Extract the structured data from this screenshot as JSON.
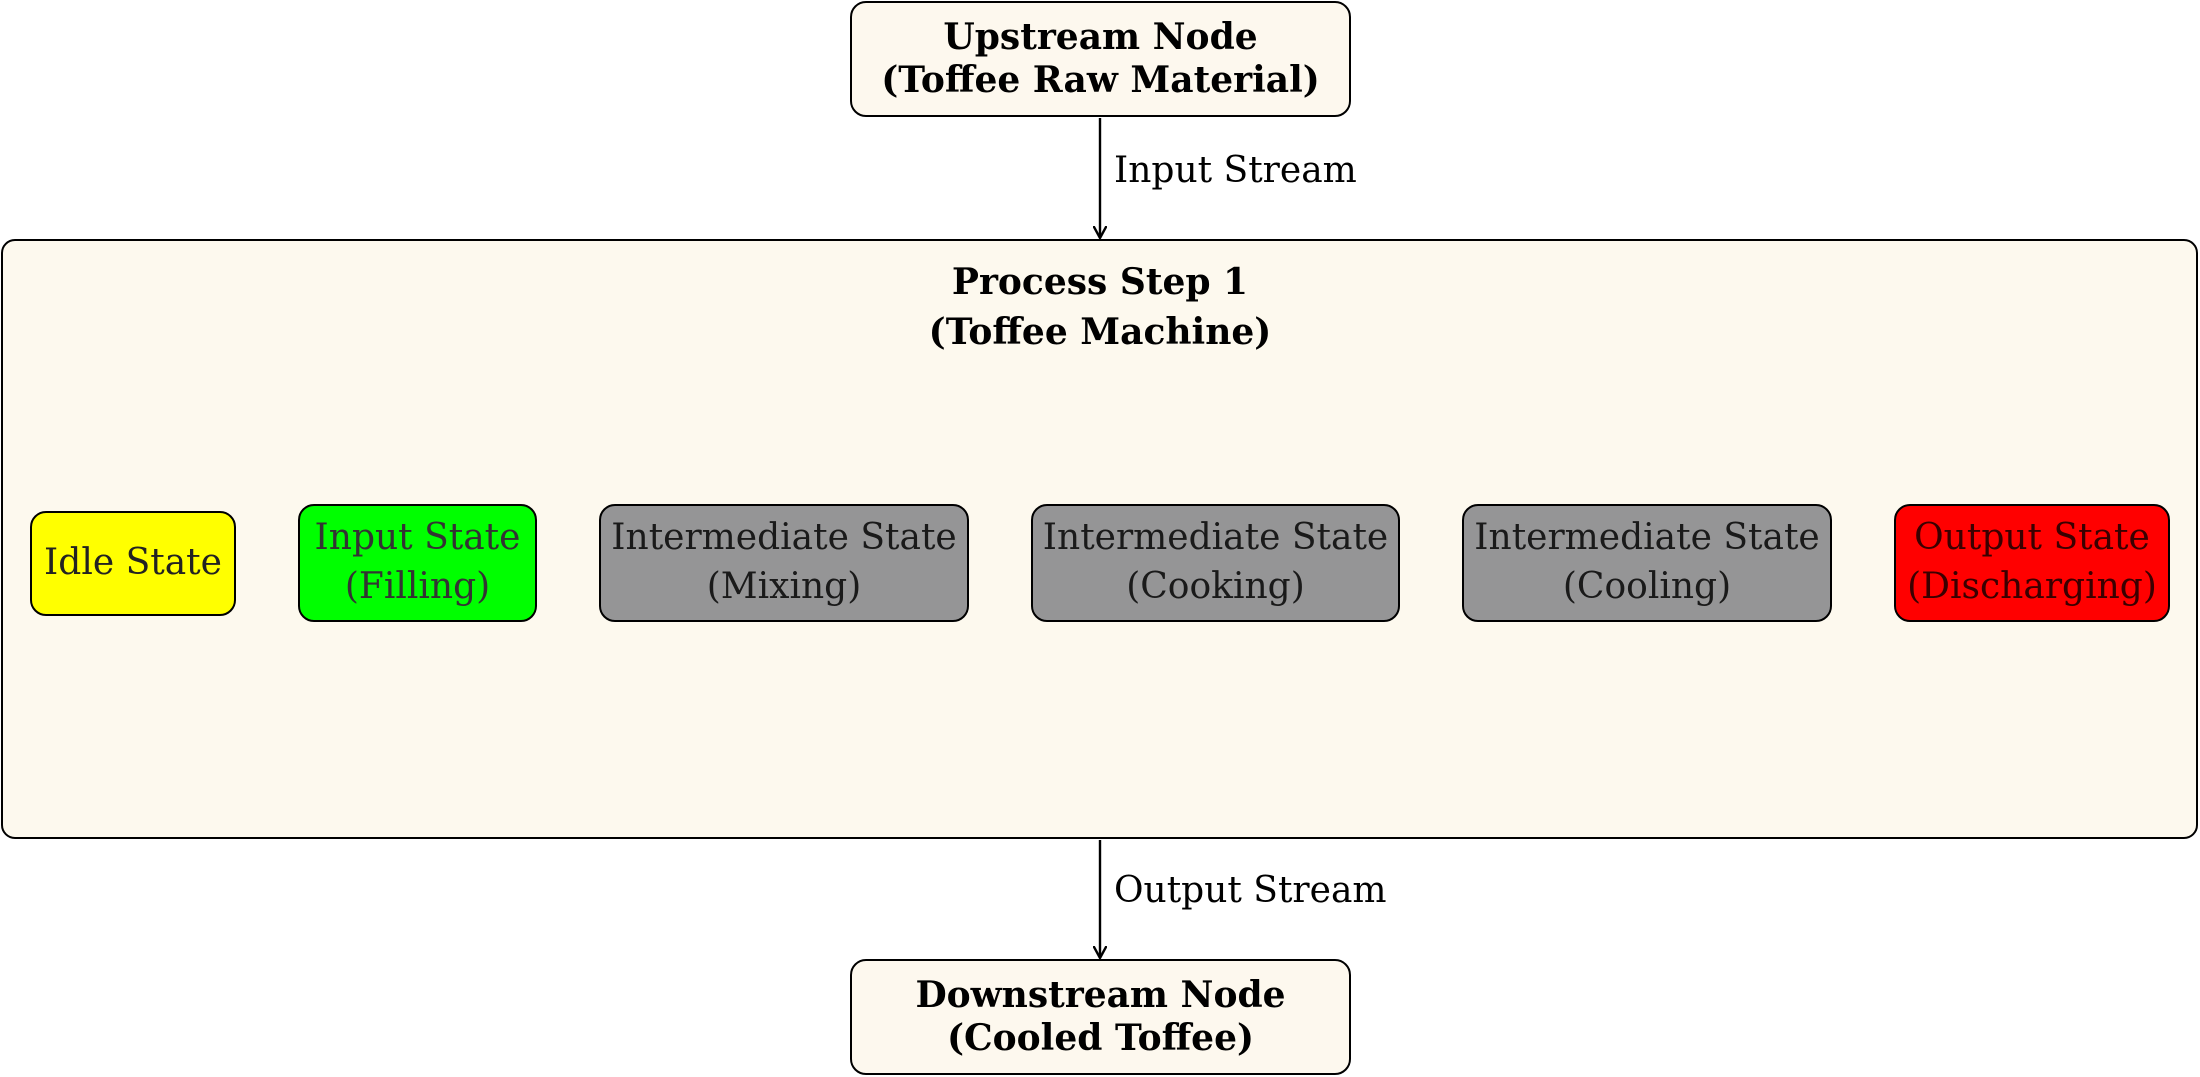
{
  "upstream": {
    "line1": "Upstream Node",
    "line2": "(Toffee Raw Material)"
  },
  "input_stream_label": "Input Stream",
  "process": {
    "title_line1": "Process Step 1",
    "title_line2": "(Toffee Machine)"
  },
  "states": {
    "idle": {
      "line1": "Idle State",
      "color": "#ffff00",
      "text_color": "#222222"
    },
    "input": {
      "line1": "Input State",
      "line2": "(Filling)",
      "color": "#00ff00",
      "text_color": "#333333"
    },
    "mixing": {
      "line1": "Intermediate State",
      "line2": "(Mixing)",
      "color": "#959596",
      "text_color": "#1a1a1a"
    },
    "cooking": {
      "line1": "Intermediate State",
      "line2": "(Cooking)",
      "color": "#959596",
      "text_color": "#1a1a1a"
    },
    "cooling": {
      "line1": "Intermediate State",
      "line2": "(Cooling)",
      "color": "#959596",
      "text_color": "#1a1a1a"
    },
    "output": {
      "line1": "Output State",
      "line2": "(Discharging)",
      "color": "#ff0000",
      "text_color": "#3a0000"
    }
  },
  "output_stream_label": "Output Stream",
  "downstream": {
    "line1": "Downstream Node",
    "line2": "(Cooled Toffee)"
  }
}
